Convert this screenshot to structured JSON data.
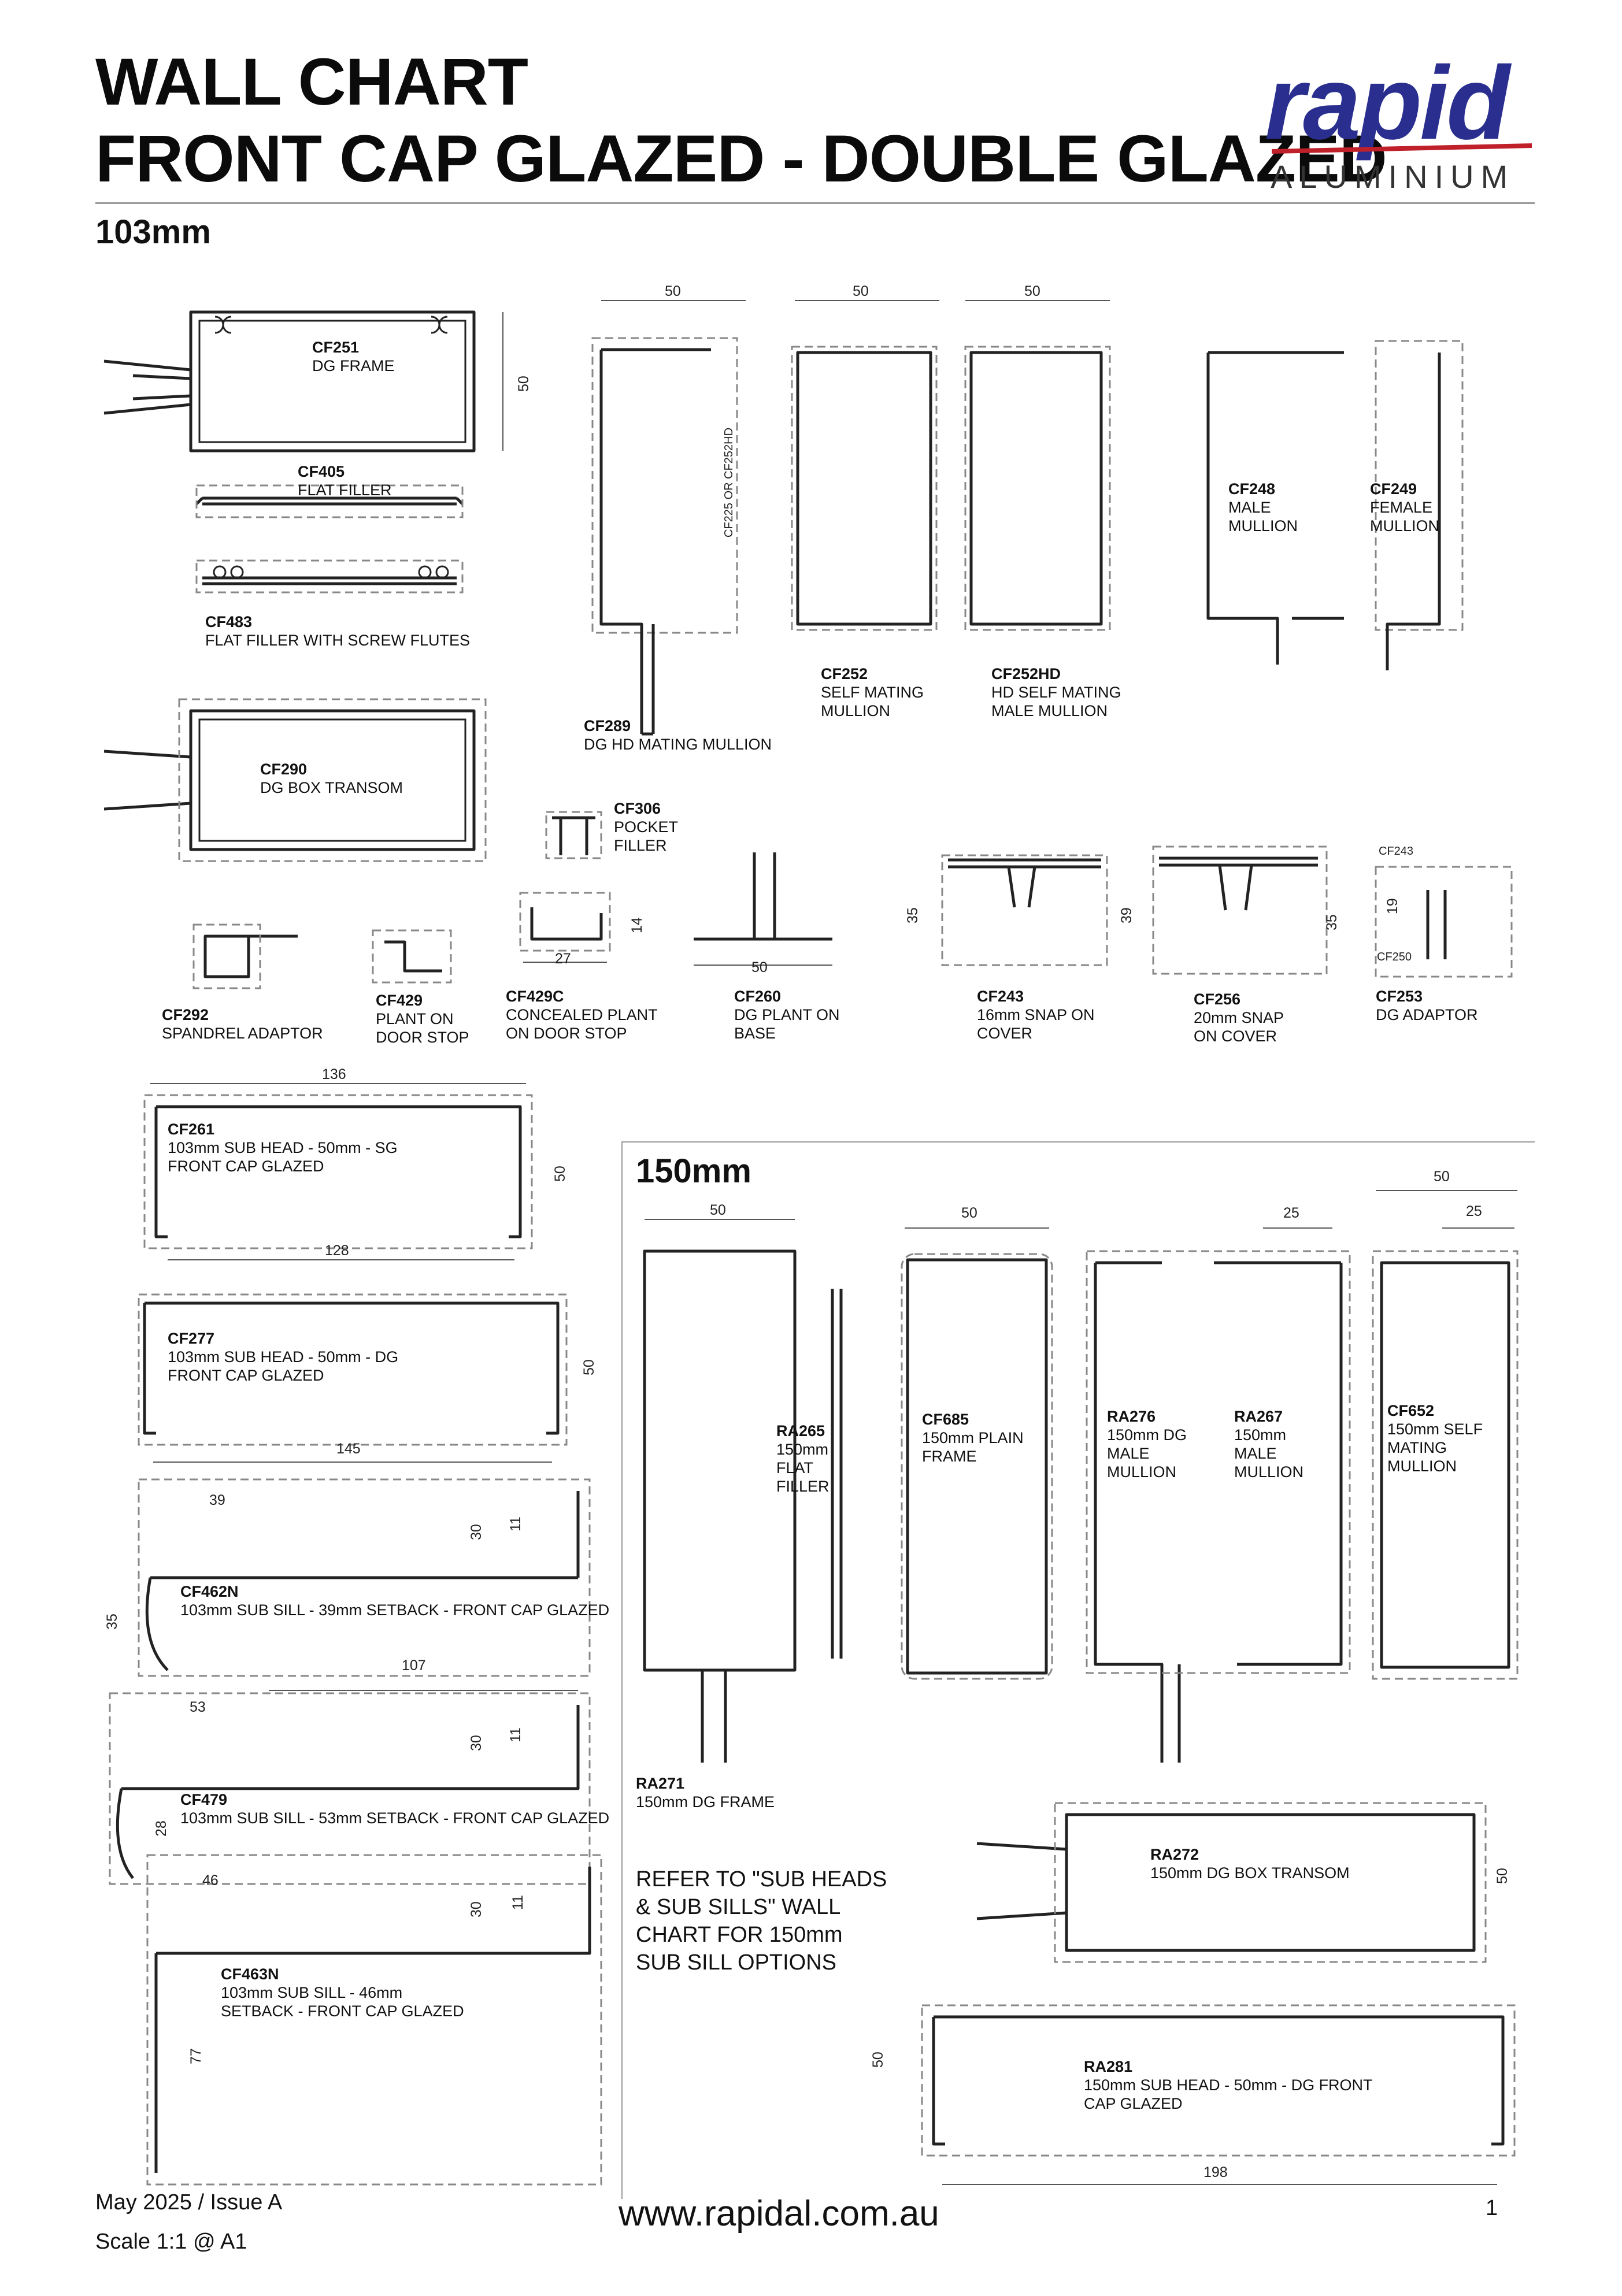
{
  "header": {
    "title_line1": "WALL CHART",
    "title_line2": "FRONT CAP GLAZED - DOUBLE GLAZED",
    "logo_word": "rapid",
    "logo_sub": "ALUMINIUM",
    "brand_color": "#2a2f8f",
    "accent_color": "#c0202a"
  },
  "sections": {
    "s103": "103mm",
    "s150": "150mm"
  },
  "profiles": {
    "cf251": {
      "code": "CF251",
      "desc": "DG FRAME"
    },
    "cf405": {
      "code": "CF405",
      "desc": "FLAT FILLER"
    },
    "cf483": {
      "code": "CF483",
      "desc": "FLAT FILLER WITH SCREW FLUTES"
    },
    "cf290": {
      "code": "CF290",
      "desc": "DG BOX TRANSOM"
    },
    "cf289": {
      "code": "CF289",
      "desc": "DG HD MATING MULLION"
    },
    "cf252": {
      "code": "CF252",
      "desc": "SELF MATING\nMULLION"
    },
    "cf252hd": {
      "code": "CF252HD",
      "desc": "HD SELF MATING\nMALE MULLION"
    },
    "cf248": {
      "code": "CF248",
      "desc": "MALE\nMULLION"
    },
    "cf249": {
      "code": "CF249",
      "desc": "FEMALE\nMULLION"
    },
    "cf306": {
      "code": "CF306",
      "desc": "POCKET\nFILLER"
    },
    "cf292": {
      "code": "CF292",
      "desc": "SPANDREL ADAPTOR"
    },
    "cf429": {
      "code": "CF429",
      "desc": "PLANT ON\nDOOR STOP"
    },
    "cf429c": {
      "code": "CF429C",
      "desc": "CONCEALED PLANT\nON DOOR STOP"
    },
    "cf260": {
      "code": "CF260",
      "desc": "DG PLANT ON\nBASE"
    },
    "cf243": {
      "code": "CF243",
      "desc": "16mm SNAP ON\nCOVER"
    },
    "cf256": {
      "code": "CF256",
      "desc": "20mm SNAP\nON COVER"
    },
    "cf253": {
      "code": "CF253",
      "desc": "DG ADAPTOR"
    },
    "cf261": {
      "code": "CF261",
      "desc": "103mm SUB HEAD - 50mm - SG\nFRONT CAP GLAZED"
    },
    "cf277": {
      "code": "CF277",
      "desc": "103mm SUB HEAD - 50mm - DG\nFRONT CAP GLAZED"
    },
    "cf462n": {
      "code": "CF462N",
      "desc": "103mm SUB SILL - 39mm SETBACK - FRONT CAP GLAZED"
    },
    "cf479": {
      "code": "CF479",
      "desc": "103mm SUB SILL - 53mm SETBACK - FRONT CAP GLAZED"
    },
    "cf463n": {
      "code": "CF463N",
      "desc": "103mm SUB SILL - 46mm\nSETBACK - FRONT CAP GLAZED"
    },
    "ra271": {
      "code": "RA271",
      "desc": "150mm DG FRAME"
    },
    "ra265": {
      "code": "RA265",
      "desc": "150mm\nFLAT\nFILLER"
    },
    "cf685": {
      "code": "CF685",
      "desc": "150mm PLAIN\nFRAME"
    },
    "ra276": {
      "code": "RA276",
      "desc": "150mm DG\nMALE\nMULLION"
    },
    "ra267": {
      "code": "RA267",
      "desc": "150mm\nMALE\nMULLION"
    },
    "cf652": {
      "code": "CF652",
      "desc": "150mm SELF\nMATING\nMULLION"
    },
    "ra272": {
      "code": "RA272",
      "desc": "150mm DG BOX TRANSOM"
    },
    "ra281": {
      "code": "RA281",
      "desc": "150mm SUB HEAD - 50mm - DG FRONT\nCAP GLAZED"
    }
  },
  "dimensions": {
    "d50": "50",
    "d35": "35",
    "d39": "39",
    "d19": "19",
    "d14": "14",
    "d27": "27",
    "d136": "136",
    "d128": "128",
    "d145": "145",
    "d30": "30",
    "d11": "11",
    "d53": "53",
    "d107": "107",
    "d28": "28",
    "d46": "46",
    "d77": "77",
    "d25": "25",
    "d198": "198"
  },
  "inline_labels": {
    "cf225_note": "CF225 OR CF252HD",
    "cf243_small": "CF243",
    "cf250_small": "CF250"
  },
  "note": "REFER TO \"SUB HEADS\n& SUB SILLS\" WALL\nCHART FOR 150mm\nSUB SILL OPTIONS",
  "footer": {
    "issue": "May 2025 / Issue A",
    "scale": "Scale 1:1 @ A1",
    "website": "www.rapidal.com.au",
    "page": "1"
  }
}
